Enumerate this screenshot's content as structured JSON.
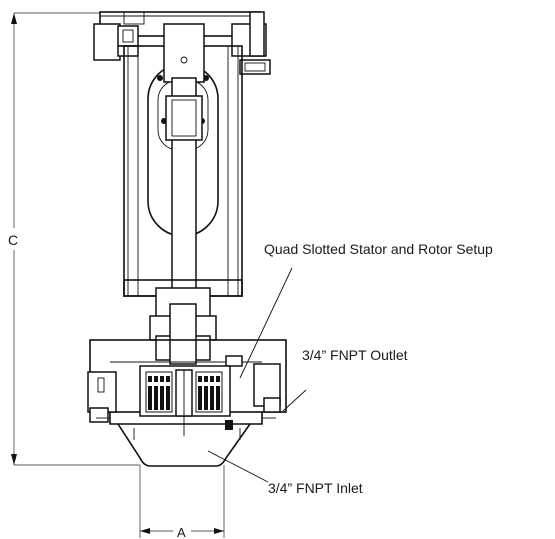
{
  "labels": {
    "dim_c": "C",
    "dim_a": "A",
    "stator_rotor": "Quad Slotted Stator and Rotor Setup",
    "outlet": "3/4” FNPT Outlet",
    "inlet": "3/4” FNPT Inlet"
  }
}
